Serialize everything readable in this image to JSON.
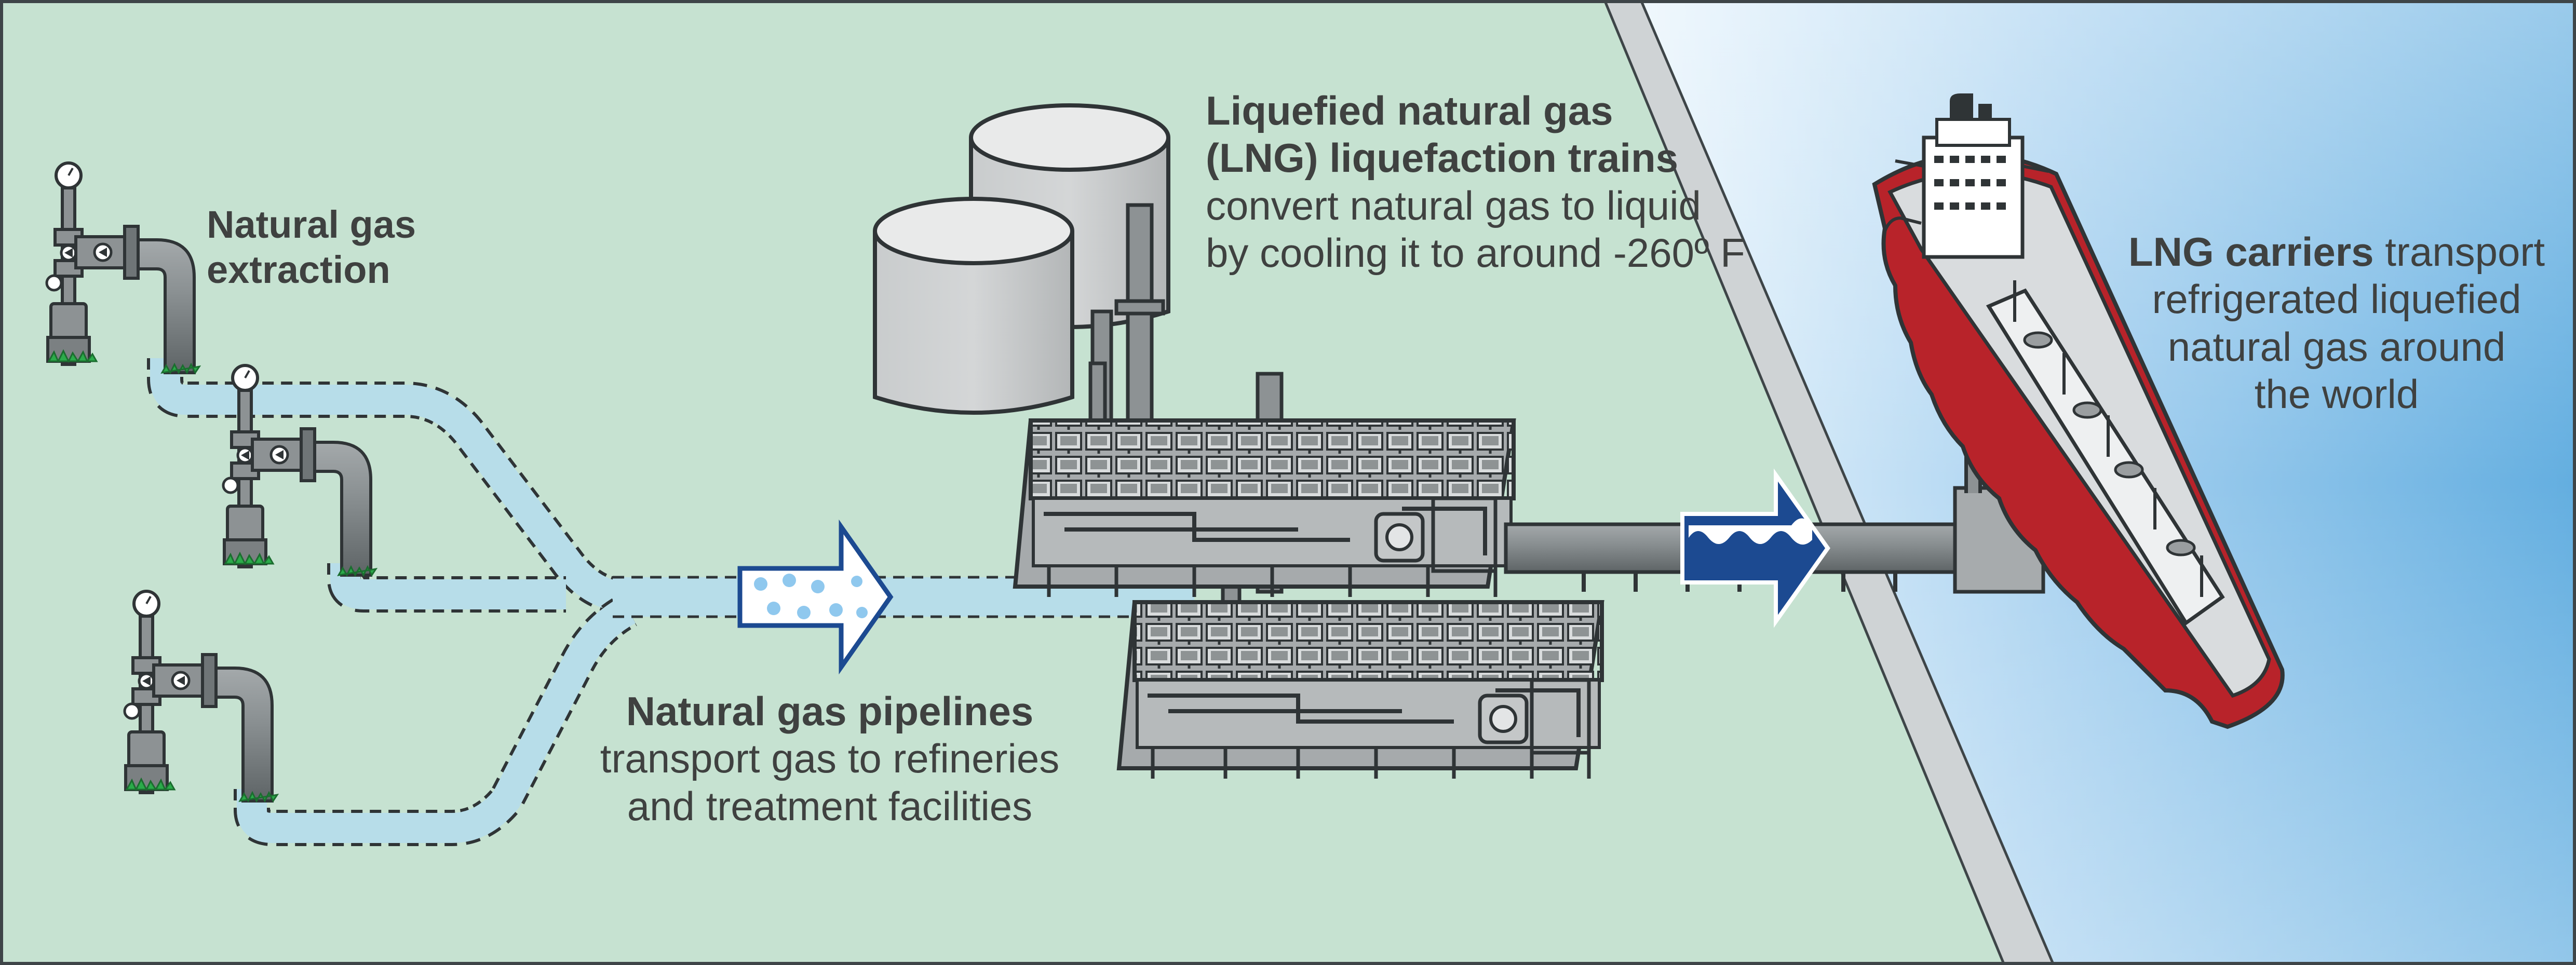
{
  "labels": {
    "extraction": {
      "line1": "Natural gas",
      "line2": "extraction"
    },
    "lng_trains": {
      "bold_line1": "Liquefied natural gas",
      "bold_line2": "(LNG) liquefaction trains",
      "line3": "convert natural gas to liquid",
      "line4": "by cooling it to around -260º F"
    },
    "pipelines": {
      "bold_line1": "Natural gas pipelines",
      "line2": "transport gas to refineries",
      "line3": "and treatment facilities"
    },
    "carriers": {
      "bold": "LNG carriers",
      "rest_line1": " transport",
      "line2": "refrigerated liquefied",
      "line3": "natural gas around",
      "line4": "the world"
    }
  },
  "colors": {
    "land": "#c6e2d1",
    "sea_light": "#e6f3fb",
    "sea_dark": "#6fb3e2",
    "shore": "#cfd3d5",
    "pipeline_fill": "#b7dde9",
    "pipe_metal": "#7e8486",
    "plant": "#a6aaac",
    "ship_hull": "#b8232a",
    "ship_deck": "#d9dcde",
    "flow_arrow": "#1c4a91",
    "text": "#3f4140",
    "frame": "#3e4548"
  },
  "icons": {
    "wellhead": "wellhead-icon",
    "gas_flow_arrow": "gas-flow-arrow-icon",
    "liquid_flow_arrow": "liquid-flow-arrow-icon",
    "storage_tank": "storage-tank-icon",
    "liquefaction_train": "liquefaction-train-icon",
    "ship": "lng-carrier-ship-icon"
  }
}
